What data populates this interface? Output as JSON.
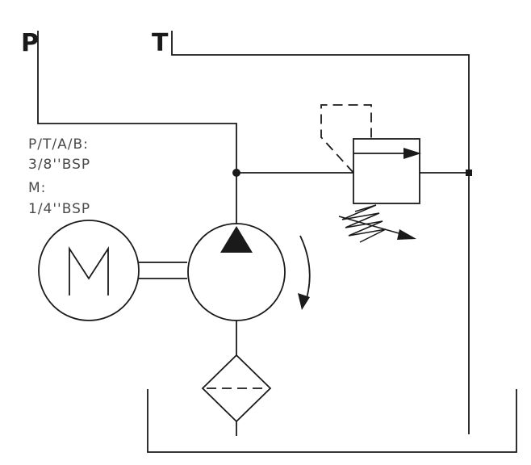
{
  "ports": {
    "pressure": "P",
    "tank": "T"
  },
  "specs": {
    "line1": "P/T/A/B:",
    "line2": "3/8''BSP",
    "line3": "M:",
    "line4": "1/4''BSP"
  },
  "motor": {
    "symbol": "M"
  },
  "colors": {
    "line": "#1a1a1a",
    "text": "#4a4a4a",
    "background": "#ffffff"
  }
}
